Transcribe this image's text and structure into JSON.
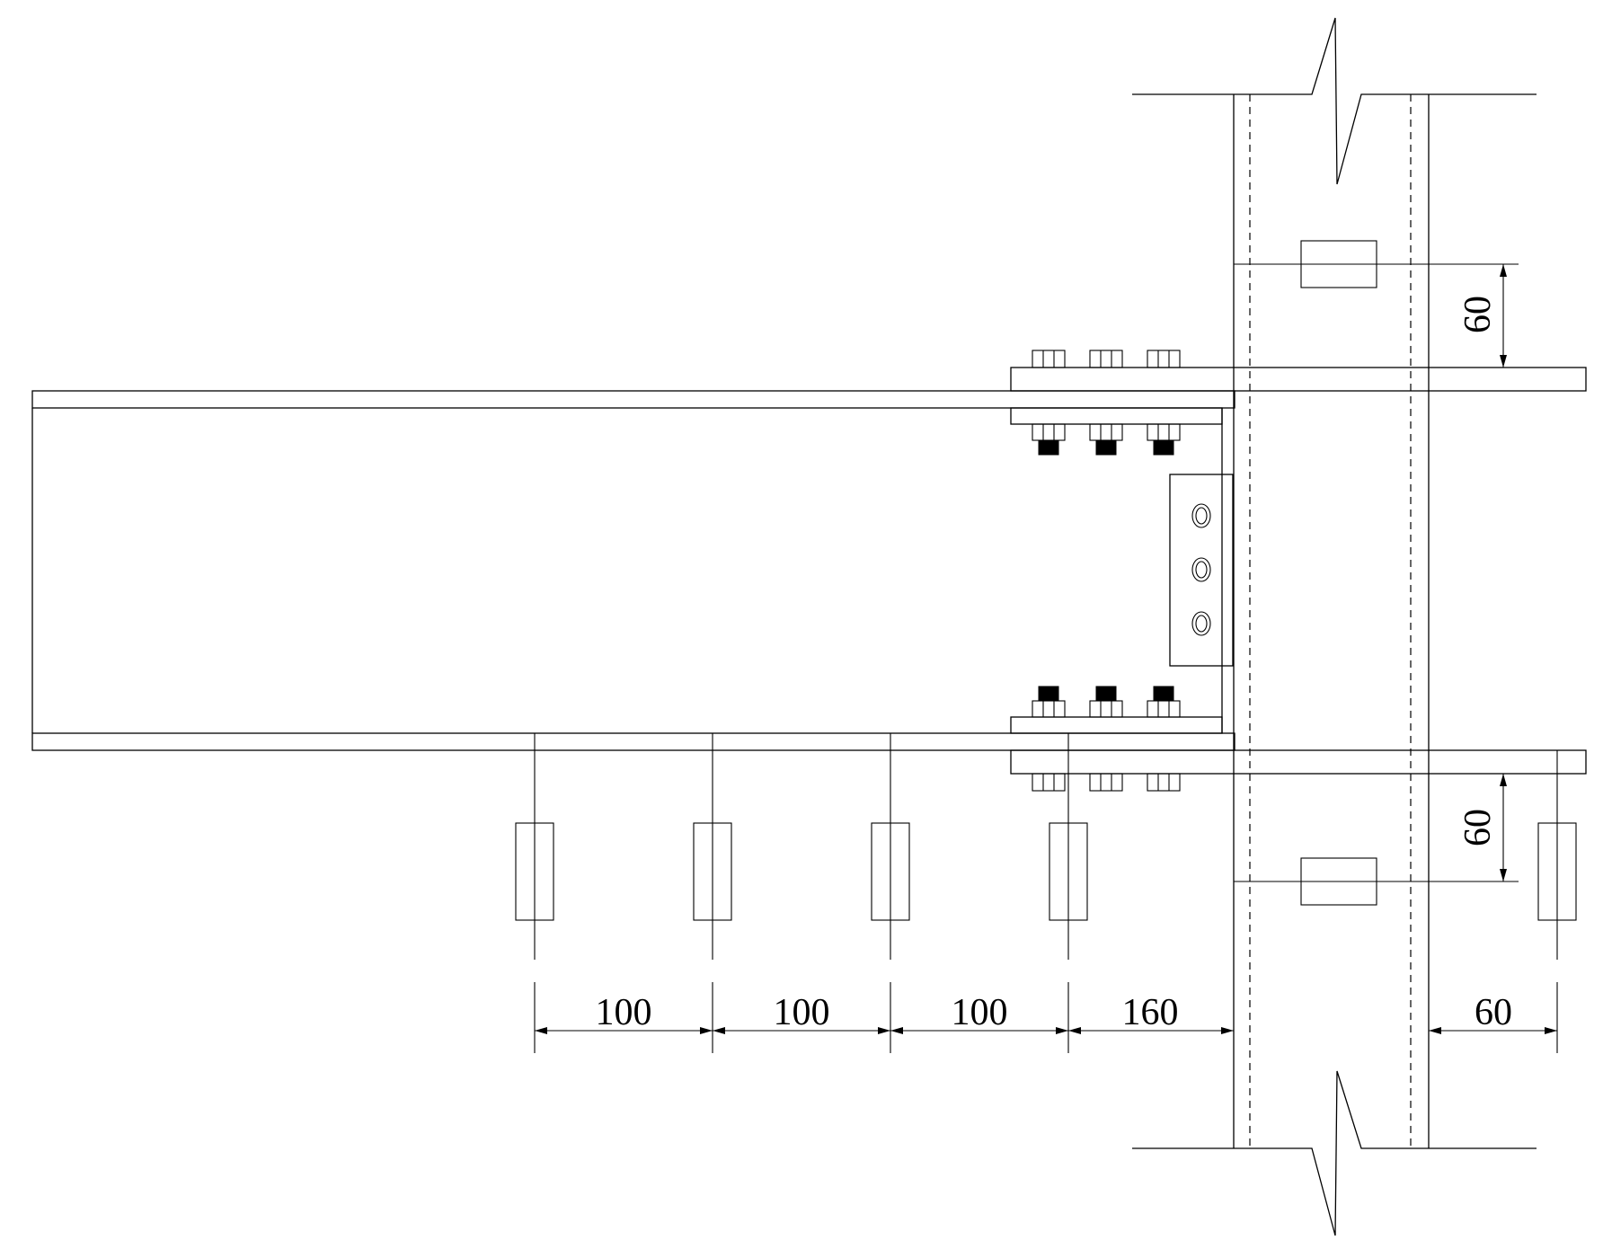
{
  "drawing": {
    "dimensions": {
      "bottom_spacings": [
        "100",
        "100",
        "100",
        "160",
        "60"
      ],
      "right_top_offset": "60",
      "right_bottom_offset": "60"
    },
    "line_color": "#000000",
    "background": "#ffffff"
  }
}
